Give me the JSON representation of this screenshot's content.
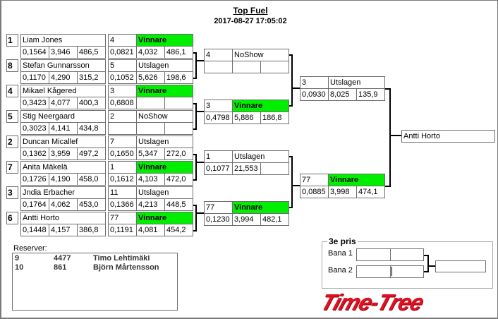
{
  "header": {
    "title": "Top Fuel",
    "datetime": "2017-08-27 17:05:02"
  },
  "round1": [
    {
      "seed": "1",
      "name": "Liam Jones",
      "rt": "0,1564",
      "et": "3,946",
      "speed": "486,5",
      "lane": "4",
      "result": "Vinnare",
      "winner": true,
      "r_rt": "0,0821",
      "r_et": "4,032",
      "r_speed": "486,1"
    },
    {
      "seed": "8",
      "name": "Stefan Gunnarsson",
      "rt": "0,1170",
      "et": "4,290",
      "speed": "315,2",
      "lane": "5",
      "result": "Utslagen",
      "winner": false,
      "r_rt": "0,1052",
      "r_et": "5,626",
      "r_speed": "198,6"
    },
    {
      "seed": "4",
      "name": "Mikael Kågered",
      "rt": "0,3423",
      "et": "4,077",
      "speed": "400,3",
      "lane": "3",
      "result": "Vinnare",
      "winner": true,
      "r_rt": "0,6808",
      "r_et": "",
      "r_speed": ""
    },
    {
      "seed": "5",
      "name": "Stig Neergaard",
      "rt": "0,3023",
      "et": "4,141",
      "speed": "434,8",
      "lane": "2",
      "result": "NoShow",
      "winner": false,
      "r_rt": "",
      "r_et": "",
      "r_speed": ""
    },
    {
      "seed": "2",
      "name": "Duncan Micallef",
      "rt": "0,1362",
      "et": "3,959",
      "speed": "497,2",
      "lane": "7",
      "result": "Utslagen",
      "winner": false,
      "r_rt": "0,1650",
      "r_et": "5,347",
      "r_speed": "272,0"
    },
    {
      "seed": "7",
      "name": "Anita Mäkelä",
      "rt": "0,1726",
      "et": "4,190",
      "speed": "458,0",
      "lane": "1",
      "result": "Vinnare",
      "winner": true,
      "r_rt": "0,1612",
      "r_et": "4,103",
      "r_speed": "472,0"
    },
    {
      "seed": "3",
      "name": "Jndia Erbacher",
      "rt": "0,1764",
      "et": "4,062",
      "speed": "453,0",
      "lane": "11",
      "result": "Utslagen",
      "winner": false,
      "r_rt": "0,1366",
      "r_et": "4,213",
      "r_speed": "448,5"
    },
    {
      "seed": "6",
      "name": "Antti Horto",
      "rt": "0,1448",
      "et": "4,157",
      "speed": "386,8",
      "lane": "77",
      "result": "Vinnare",
      "winner": true,
      "r_rt": "0,1191",
      "r_et": "4,081",
      "r_speed": "454,2"
    }
  ],
  "round2": [
    {
      "lane": "4",
      "result": "NoShow",
      "winner": false,
      "rt": "",
      "et": "",
      "speed": ""
    },
    {
      "lane": "3",
      "result": "Vinnare",
      "winner": true,
      "rt": "0,4798",
      "et": "5,886",
      "speed": "186,8"
    },
    {
      "lane": "1",
      "result": "Utslagen",
      "winner": false,
      "rt": "0,1077",
      "et": "21,553",
      "speed": ""
    },
    {
      "lane": "77",
      "result": "Vinnare",
      "winner": true,
      "rt": "0,1230",
      "et": "3,994",
      "speed": "482,1"
    }
  ],
  "round3": [
    {
      "lane": "3",
      "result": "Utslagen",
      "winner": false,
      "rt": "0,0930",
      "et": "8,025",
      "speed": "135,9"
    },
    {
      "lane": "77",
      "result": "Vinnare",
      "winner": true,
      "rt": "0,0885",
      "et": "3,998",
      "speed": "474,1"
    }
  ],
  "final": {
    "winner_name": "Antti Horto"
  },
  "reserves": {
    "label": "Reserver:",
    "rows": [
      {
        "seed": "9",
        "number": "4477",
        "name": "Timo Lehtimäki"
      },
      {
        "seed": "10",
        "number": "861",
        "name": "Björn Mårtensson"
      }
    ]
  },
  "third_place": {
    "title": "3e pris",
    "lane1_label": "Bana 1",
    "lane2_label": "Bana 2"
  },
  "logo": {
    "text": "Time-Tree"
  },
  "colors": {
    "winner_bg": "#00ee00",
    "logo": "#e01020",
    "border": "#6e6e6e"
  }
}
